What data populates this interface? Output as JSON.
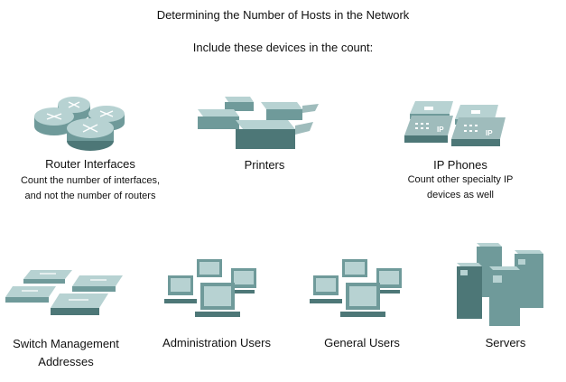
{
  "page": {
    "title": "Determining the Number of Hosts in the Network",
    "subtitle": "Include these devices in the count:"
  },
  "devices": [
    {
      "id": "router",
      "label": "Router Interfaces",
      "note_line1": "Count the number of interfaces,",
      "note_line2": "and not the number of routers",
      "icon": "router-icon"
    },
    {
      "id": "printers",
      "label": "Printers",
      "icon": "printer-icon"
    },
    {
      "id": "ip-phones",
      "label": "IP Phones",
      "note_line1": "Count other specialty  IP",
      "note_line2": "devices as well",
      "icon": "ip-phone-icon",
      "phone_tag": "IP"
    },
    {
      "id": "switch",
      "label_line1": "Switch Management",
      "label_line2": "Addresses",
      "icon": "switch-icon"
    },
    {
      "id": "admin-users",
      "label": "Administration Users",
      "icon": "workstation-icon"
    },
    {
      "id": "general-users",
      "label": "General Users",
      "icon": "workstation-icon"
    },
    {
      "id": "servers",
      "label": "Servers",
      "icon": "server-icon"
    }
  ],
  "colors": {
    "device_top": "#b7d2d2",
    "device_side": "#6f9a9a",
    "device_dark": "#4d7777",
    "text": "#111111"
  }
}
